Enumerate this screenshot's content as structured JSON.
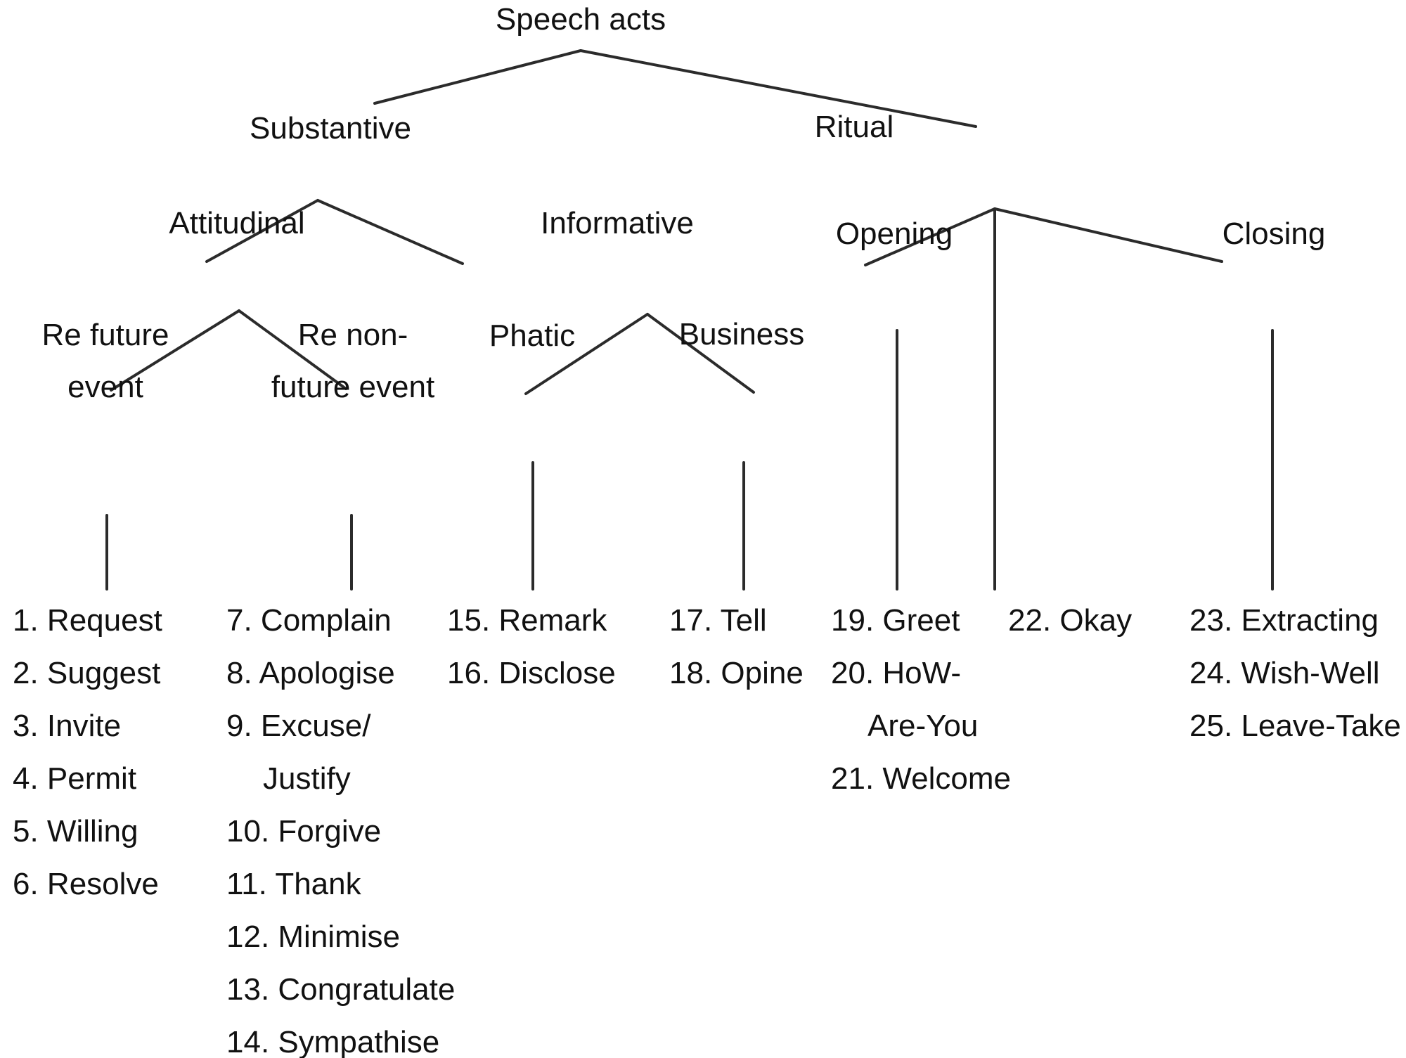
{
  "title": "Speech acts taxonomy",
  "nodes": {
    "root": "Speech acts",
    "substantive": "Substantive",
    "ritual": "Ritual",
    "attitudinal": "Attitudinal",
    "informative": "Informative",
    "re_future_event_line1": "Re future",
    "re_future_event_line2": "event",
    "re_non_future_event_line1": "Re non-",
    "re_non_future_event_line2": "future event",
    "phatic": "Phatic",
    "business": "Business",
    "opening": "Opening",
    "closing": "Closing"
  },
  "columns": {
    "re_future_event": [
      "1. Request",
      "2. Suggest",
      "3. Invite",
      "4. Permit",
      "5. Willing",
      "6. Resolve"
    ],
    "re_non_future_event": [
      "7. Complain",
      "8. Apologise",
      "9. Excuse/",
      "Justify",
      "10. Forgive",
      "11. Thank",
      "12. Minimise",
      "13. Congratulate",
      "14. Sympathise"
    ],
    "phatic": [
      "15. Remark",
      "16. Disclose"
    ],
    "business": [
      "17. Tell",
      "18. Opine"
    ],
    "opening": [
      "19. Greet",
      "20. HoW-",
      "Are-You",
      "21. Welcome"
    ],
    "okay": [
      "22. Okay"
    ],
    "closing": [
      "23. Extracting",
      "24. Wish-Well",
      "25. Leave-Take"
    ]
  },
  "style": {
    "edge_color": "#2b2b2b",
    "text_color": "#111111",
    "background": "#ffffff"
  },
  "edges": [
    {
      "from": "root",
      "to": "substantive"
    },
    {
      "from": "root",
      "to": "ritual"
    },
    {
      "from": "substantive",
      "to": "attitudinal"
    },
    {
      "from": "substantive",
      "to": "informative"
    },
    {
      "from": "attitudinal",
      "to": "re_future_event"
    },
    {
      "from": "attitudinal",
      "to": "re_non_future_event"
    },
    {
      "from": "informative",
      "to": "phatic"
    },
    {
      "from": "informative",
      "to": "business"
    },
    {
      "from": "ritual",
      "to": "opening"
    },
    {
      "from": "ritual",
      "to": "okay"
    },
    {
      "from": "ritual",
      "to": "closing"
    },
    {
      "from": "re_future_event",
      "to": "list_re_future_event"
    },
    {
      "from": "re_non_future_event",
      "to": "list_re_non_future_event"
    },
    {
      "from": "phatic",
      "to": "list_phatic"
    },
    {
      "from": "business",
      "to": "list_business"
    },
    {
      "from": "opening",
      "to": "list_opening"
    },
    {
      "from": "closing",
      "to": "list_closing"
    }
  ]
}
